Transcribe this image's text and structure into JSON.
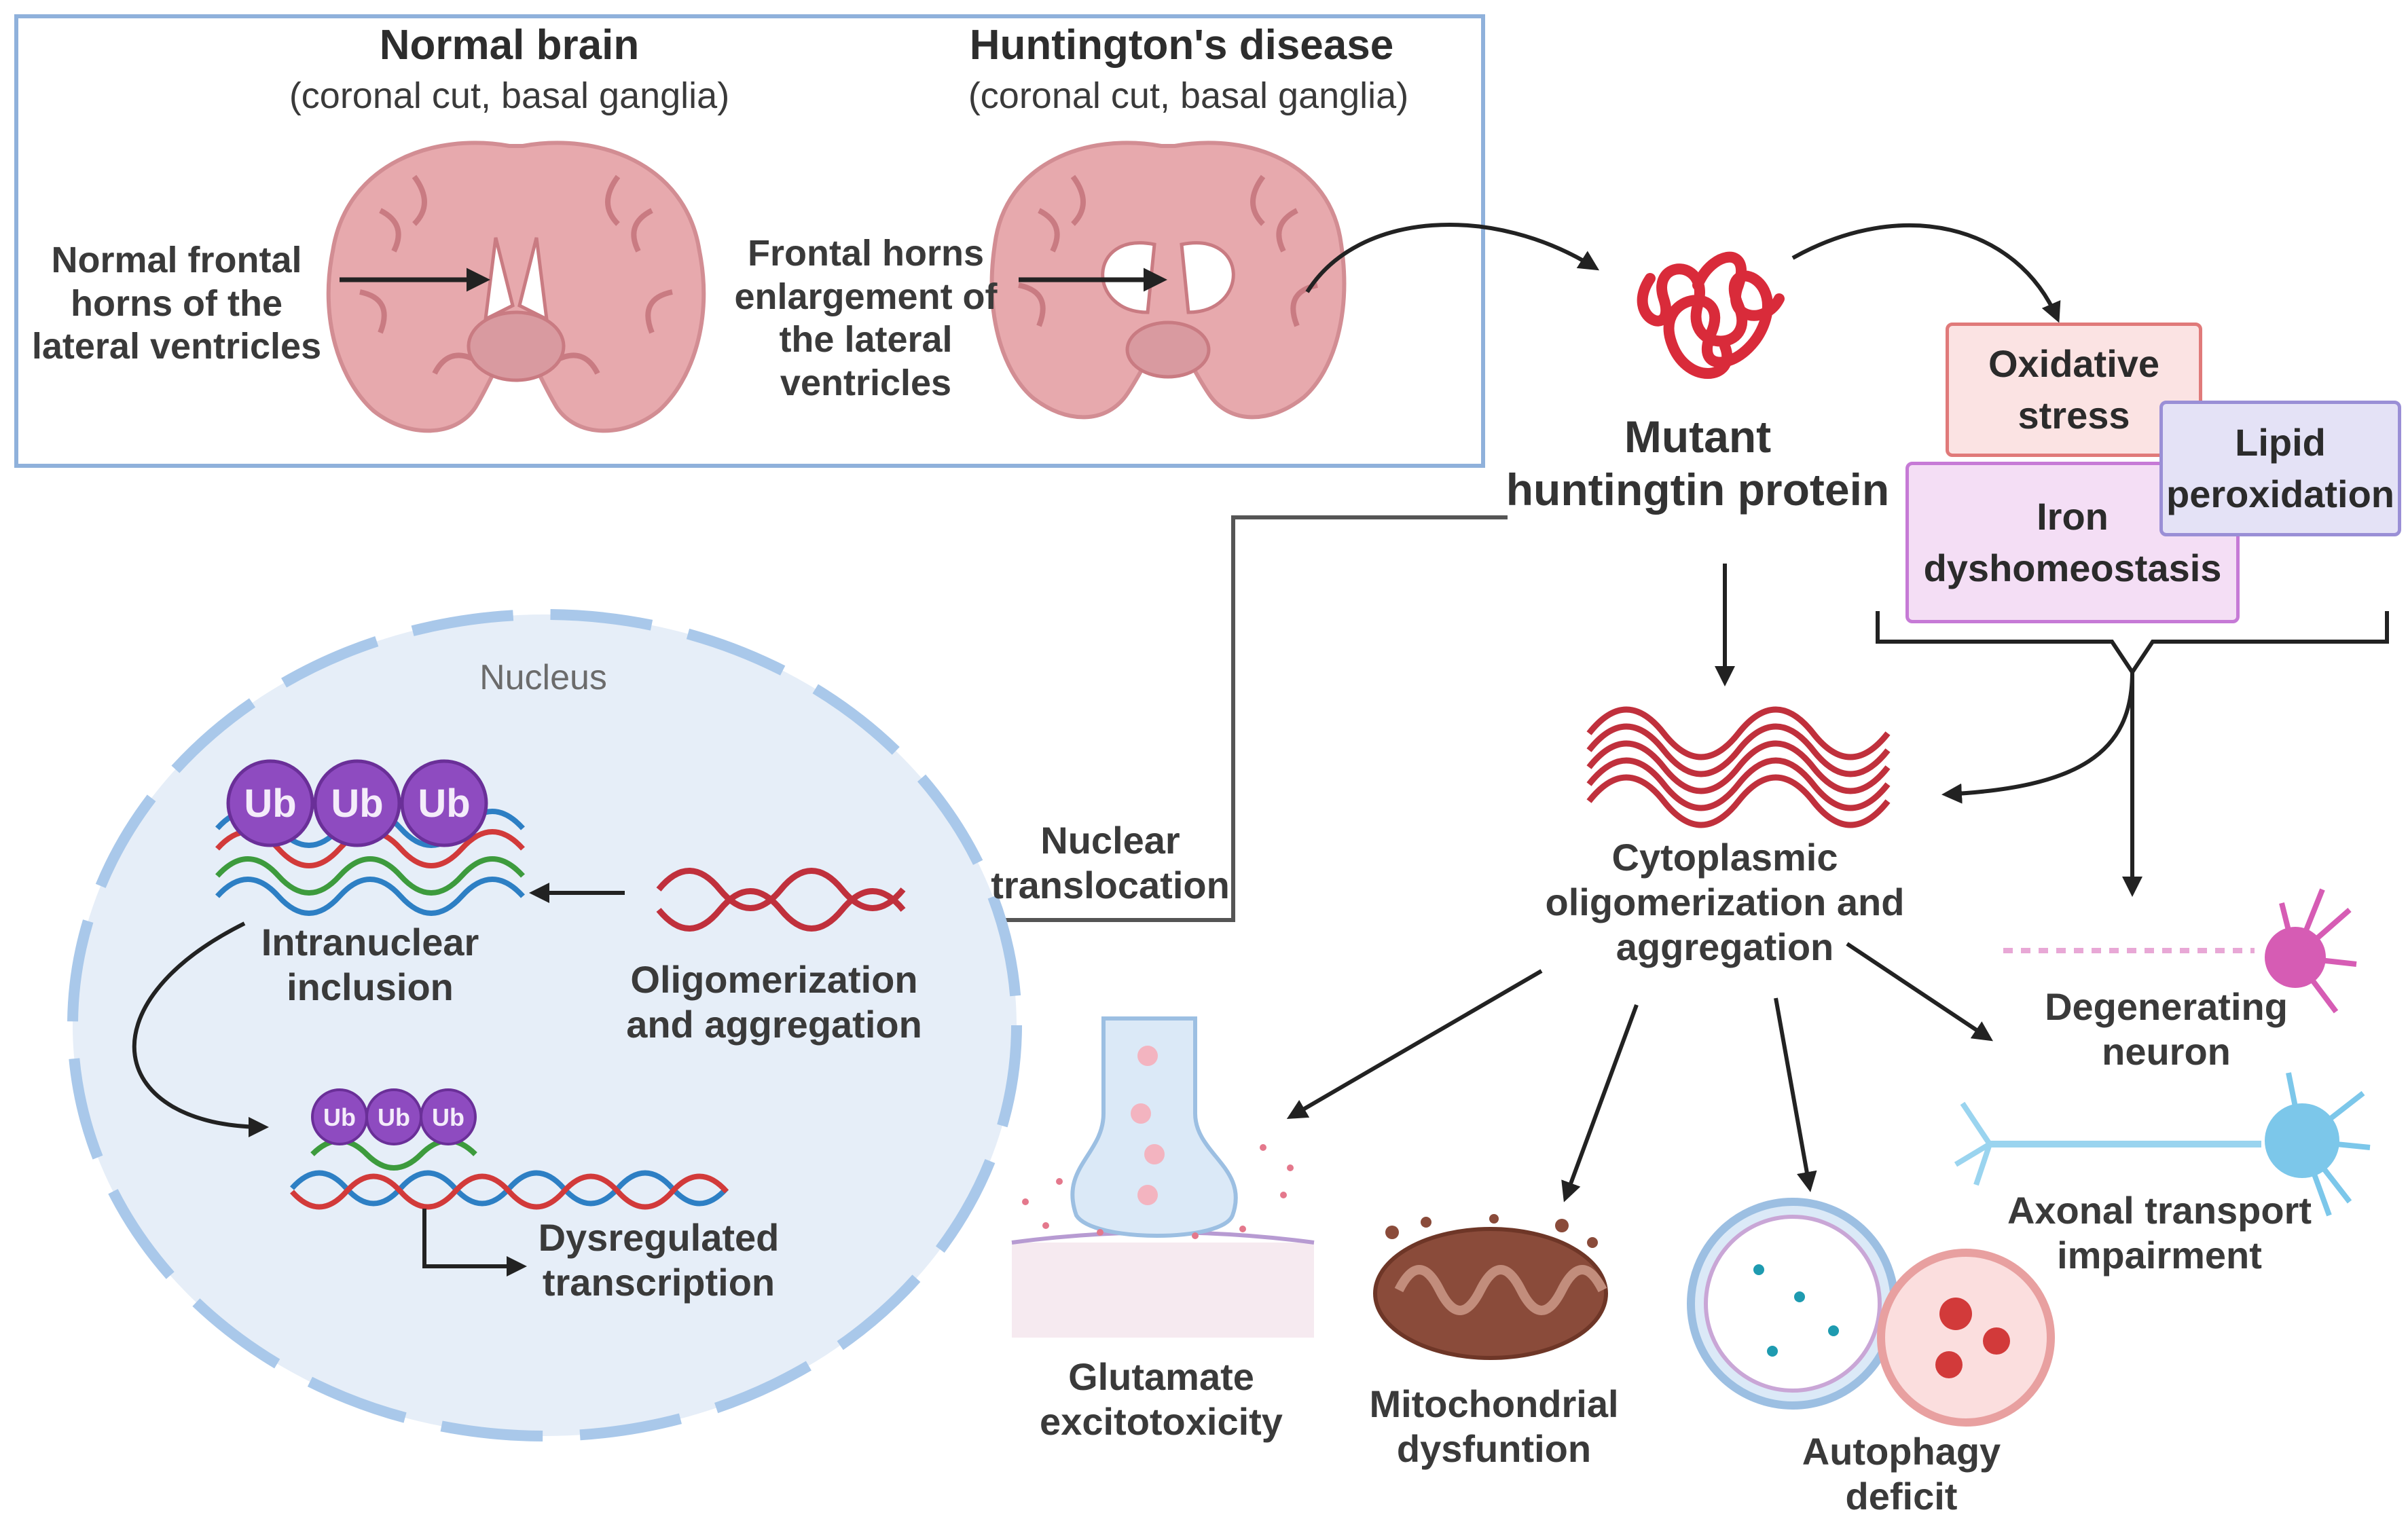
{
  "brain_panel": {
    "normal": {
      "title": "Normal brain",
      "subtitle": "(coronal cut, basal ganglia)",
      "arrow_label": [
        "Normal frontal",
        "horns of the",
        "lateral ventricles"
      ]
    },
    "huntington": {
      "title": "Huntington's disease",
      "subtitle": "(coronal cut, basal ganglia)",
      "arrow_label": [
        "Frontal horns",
        "enlargement of",
        "the lateral",
        "ventricles"
      ]
    }
  },
  "mutant_protein": [
    "Mutant",
    "huntingtin protein"
  ],
  "stress_boxes": {
    "oxidative": [
      "Oxidative",
      "stress"
    ],
    "lipid": [
      "Lipid",
      "peroxidation"
    ],
    "iron": [
      "Iron",
      "dyshomeostasis"
    ]
  },
  "nucleus": {
    "title": "Nucleus",
    "inclusion": [
      "Intranuclear",
      "inclusion"
    ],
    "oligomerization": [
      "Oligomerization",
      "and aggregation"
    ],
    "transcription": [
      "Dysregulated",
      "transcription"
    ],
    "ub_label": "Ub"
  },
  "nuclear_translocation": [
    "Nuclear",
    "translocation"
  ],
  "cytoplasmic": [
    "Cytoplasmic",
    "oligomerization and",
    "aggregation"
  ],
  "outcomes": {
    "glutamate": [
      "Glutamate",
      "excitotoxicity"
    ],
    "mitochondrial": [
      "Mitochondrial",
      "dysfuntion"
    ],
    "autophagy": [
      "Autophagy",
      "deficit"
    ],
    "degenerating": [
      "Degenerating",
      "neuron"
    ],
    "axonal": [
      "Axonal transport",
      "impairment"
    ]
  },
  "colors": {
    "panel_border": "#8fb1db",
    "brain_fill": "#e7a9ad",
    "protein_red": "#d92b3a",
    "nucleus_fill": "#e6eef8",
    "nucleus_border": "#a9c8ea",
    "ub_purple": "#8e4bc0",
    "oxidative_fill": "#fbe3e3",
    "lipid_fill": "#e4e2f6",
    "iron_fill": "#f4def5"
  }
}
